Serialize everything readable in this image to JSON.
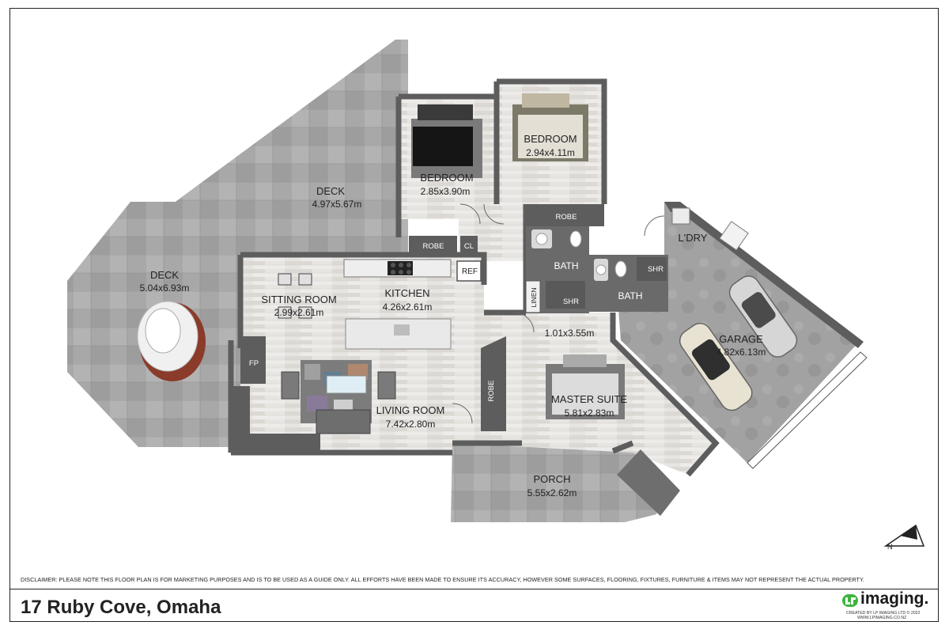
{
  "rooms": {
    "deck_upper": {
      "name": "DECK",
      "dim": "4.97x5.67m"
    },
    "deck_left": {
      "name": "DECK",
      "dim": "5.04x6.93m"
    },
    "bedroom_1": {
      "name": "BEDROOM",
      "dim": "2.85x3.90m"
    },
    "bedroom_2": {
      "name": "BEDROOM",
      "dim": "2.94x4.11m"
    },
    "sitting_room": {
      "name": "SITTING ROOM",
      "dim": "2.99x2.61m"
    },
    "kitchen": {
      "name": "KITCHEN",
      "dim": "4.26x2.61m"
    },
    "living_room": {
      "name": "LIVING ROOM",
      "dim": "7.42x2.80m"
    },
    "hall": {
      "dim": "1.01x3.55m"
    },
    "master_suite": {
      "name": "MASTER SUITE",
      "dim": "5.81x2.83m"
    },
    "porch": {
      "name": "PORCH",
      "dim": "5.55x2.62m"
    },
    "garage": {
      "name": "GARAGE",
      "dim": "4.82x6.13m"
    },
    "laundry": {
      "name": "L'DRY"
    }
  },
  "fixtures": {
    "robe_1": "ROBE",
    "cl": "CL",
    "robe_2": "ROBE",
    "robe_3": "ROBE",
    "ref": "REF",
    "bath_1": "BATH",
    "bath_2": "BATH",
    "shr_1": "SHR",
    "shr_2": "SHR",
    "linen": "LINEN",
    "fp": "FP"
  },
  "disclaimer": "DISCLAIMER: PLEASE NOTE THIS FLOOR PLAN IS FOR MARKETING PURPOSES AND IS TO BE USED AS A GUIDE ONLY. ALL EFFORTS HAVE BEEN MADE TO ENSURE ITS ACCURACY, HOWEVER SOME SURFACES, FLOORING, FIXTURES, FURNITURE & ITEMS MAY NOT REPRESENT THE ACTUAL PROPERTY.",
  "address": "17 Ruby Cove, Omaha",
  "compass_label": "N",
  "brand": {
    "name": "imaging.",
    "credit_line1": "CREATED BY LP IMAGING LTD © 2022",
    "credit_line2": "WWW.LPIMAGING.CO.NZ"
  },
  "colors": {
    "wall": "#5d5d5d",
    "floor": "#e6e4e1",
    "deck": "#a7a7a7",
    "garage": "#9e9e9e",
    "brand_green": "#3fb43f"
  }
}
